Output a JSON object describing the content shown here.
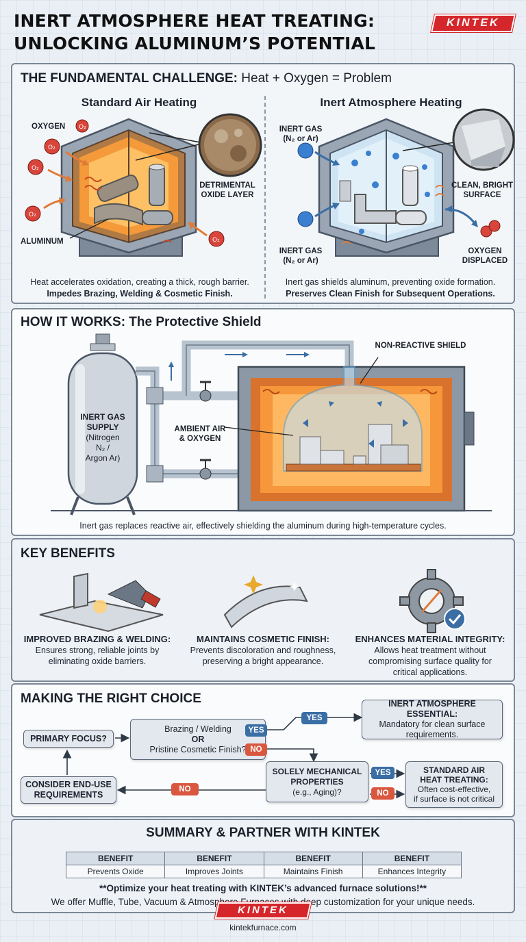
{
  "header": {
    "title_line1": "INERT ATMOSPHERE HEAT TREATING:",
    "title_line2": "UNLOCKING ALUMINUM’S POTENTIAL",
    "brand": "KINTEK"
  },
  "challenge": {
    "title_bold": "THE FUNDAMENTAL CHALLENGE:",
    "title_rest": " Heat + Oxygen = Problem",
    "left": {
      "title": "Standard Air Heating",
      "label_oxygen": "OXYGEN",
      "label_oxide": "DETRIMENTAL OXIDE LAYER",
      "label_aluminum": "ALUMINUM",
      "o2": "O₂",
      "caption": "Heat accelerates oxidation, creating a thick, rough barrier.",
      "caption_bold": "Impedes Brazing, Welding & Cosmetic Finish."
    },
    "right": {
      "title": "Inert Atmosphere Heating",
      "label_inert_top_1": "INERT GAS",
      "label_inert_top_2": "(N₂ or Ar)",
      "label_surface": "CLEAN, BRIGHT SURFACE",
      "label_inert_bottom_1": "INERT GAS",
      "label_inert_bottom_2": "(N₂ or Ar)",
      "label_displaced_1": "OXYGEN",
      "label_displaced_2": "DISPLACED",
      "caption": "Inert gas shields aluminum, preventing oxide formation.",
      "caption_bold": "Preserves Clean Finish for Subsequent Operations."
    }
  },
  "how": {
    "title": "HOW IT WORKS: The Protective Shield",
    "supply_1": "INERT GAS",
    "supply_2": "SUPPLY",
    "supply_3": "(Nitrogen",
    "supply_4": "N₂ /",
    "supply_5": "Argon Ar)",
    "shield": "NON-REACTIVE SHIELD",
    "ambient_1": "AMBIENT AIR",
    "ambient_2": "& OXYGEN",
    "caption": "Inert gas replaces reactive air, effectively shielding the aluminum during high-temperature cycles."
  },
  "benefits": {
    "title": "KEY BENEFITS",
    "items": [
      {
        "title": "IMPROVED BRAZING & WELDING:",
        "text_1": "Ensures strong, reliable joints by",
        "text_2": "eliminating oxide barriers.",
        "text_3": ""
      },
      {
        "title": "MAINTAINS COSMETIC FINISH:",
        "text_1": "Prevents discoloration and roughness,",
        "text_2": "preserving a bright appearance.",
        "text_3": ""
      },
      {
        "title": "ENHANCES MATERIAL INTEGRITY:",
        "text_1": "Allows heat treatment without",
        "text_2": "compromising surface quality for",
        "text_3": "critical applications."
      }
    ]
  },
  "choice": {
    "title": "MAKING THE RIGHT CHOICE",
    "primary": "PRIMARY FOCUS?",
    "question_1": "Brazing / Welding",
    "question_or": "OR",
    "question_2": "Pristine Cosmetic Finish?",
    "essential_title": "INERT ATMOSPHERE ESSENTIAL:",
    "essential_text_1": "Mandatory for clean surface",
    "essential_text_2": "requirements.",
    "mech_1": "SOLELY MECHANICAL",
    "mech_2": "PROPERTIES",
    "mech_3": "(e.g., Aging)?",
    "std_title_1": "STANDARD AIR",
    "std_title_2": "HEAT TREATING:",
    "std_text_1": "Often cost-effective,",
    "std_text_2": "if surface is not critical",
    "consider_1": "CONSIDER END-USE",
    "consider_2": "REQUIREMENTS",
    "yes": "YES",
    "no": "NO"
  },
  "summary": {
    "title": "SUMMARY & PARTNER WITH KINTEK",
    "headers": [
      "BENEFIT",
      "BENEFIT",
      "BENEFIT",
      "BENEFIT"
    ],
    "cells": [
      "Prevents Oxide",
      "Improves Joints",
      "Maintains Finish",
      "Enhances Integrity"
    ],
    "cta_bold": "**Optimize your heat treating with KINTEK’s advanced furnace solutions!**",
    "cta": "We offer Muffle, Tube, Vacuum & Atmosphere Furnaces with deep customization for your unique needs."
  },
  "footer": {
    "brand": "KINTEK",
    "website": "kintekfurnace.com"
  }
}
